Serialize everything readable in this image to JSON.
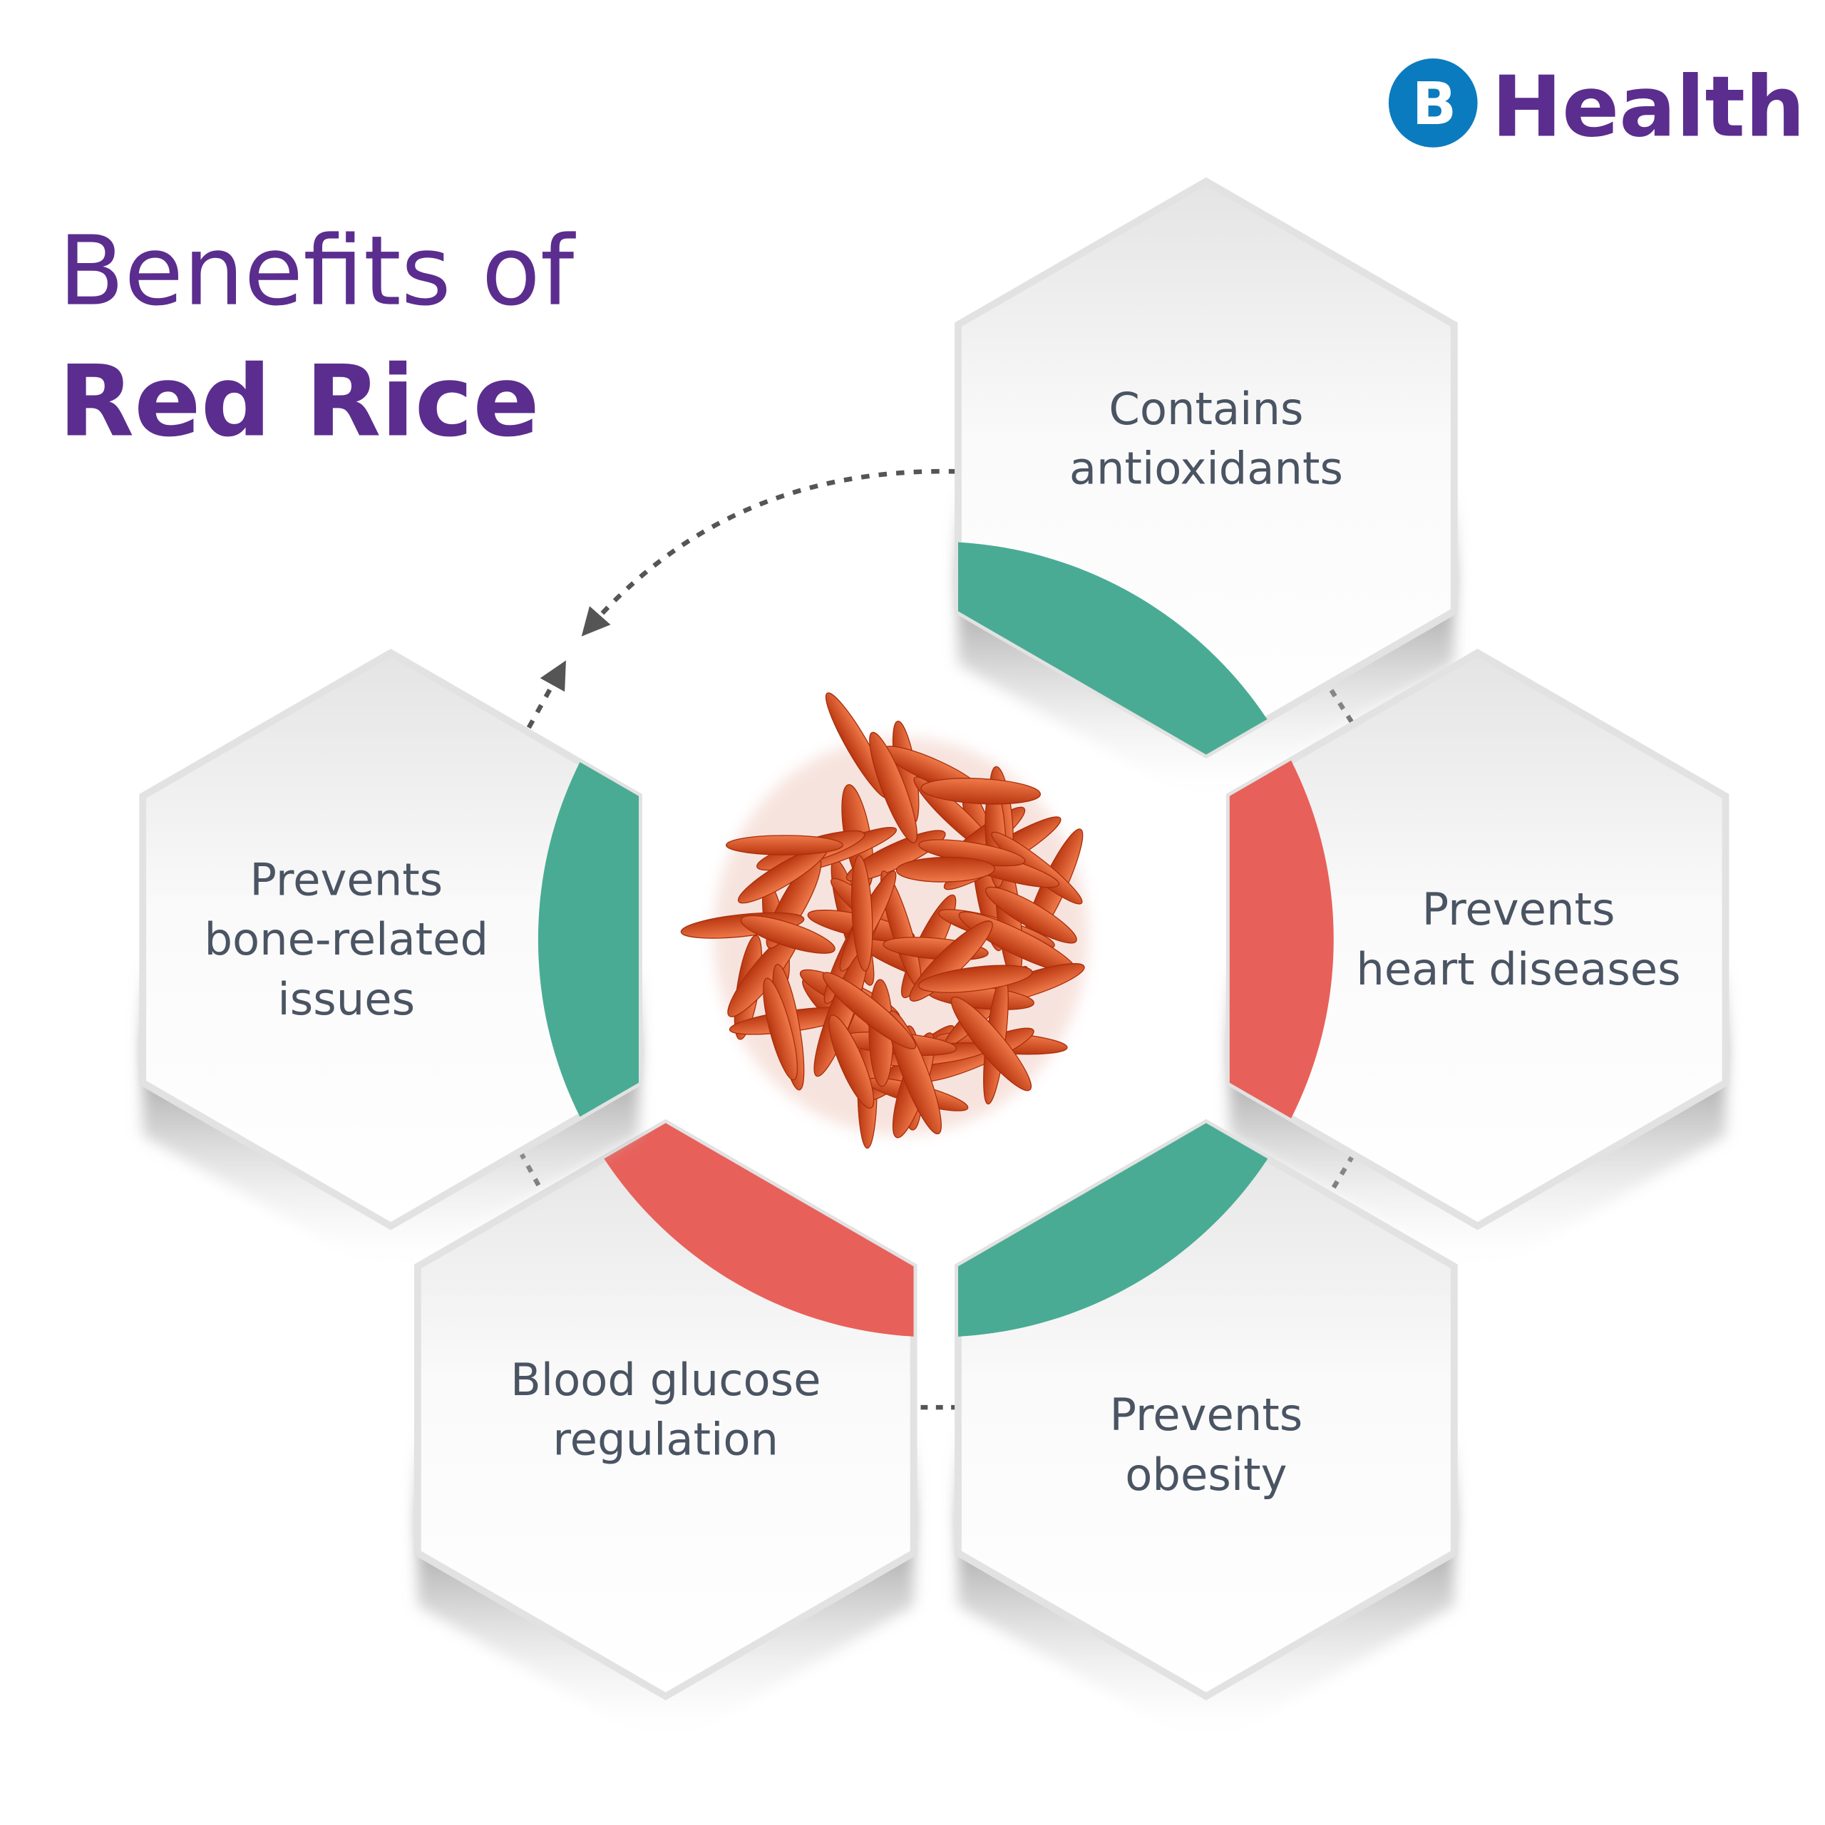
{
  "logo": {
    "brand_text": "Health",
    "mark_letters": "B",
    "brand_color": "#5b2d8e",
    "mark_color": "#0b7bbf"
  },
  "title": {
    "line1": "Benefits of",
    "line2": "Red Rice",
    "color": "#5b2d8e"
  },
  "benefits": [
    {
      "lines": [
        "Contains",
        "antioxidants"
      ],
      "accent": "#4aab94"
    },
    {
      "lines": [
        "Prevents",
        "heart diseases"
      ],
      "accent": "#e8605a"
    },
    {
      "lines": [
        "Prevents",
        "obesity"
      ],
      "accent": "#4aab94"
    },
    {
      "lines": [
        "Blood glucose",
        "regulation"
      ],
      "accent": "#e8605a"
    },
    {
      "lines": [
        "Prevents",
        "bone-related",
        "issues"
      ],
      "accent": "#4aab94"
    }
  ],
  "center_image": "red-rice-grains",
  "colors": {
    "text": "#4a5463",
    "rice": "#d9481f"
  }
}
